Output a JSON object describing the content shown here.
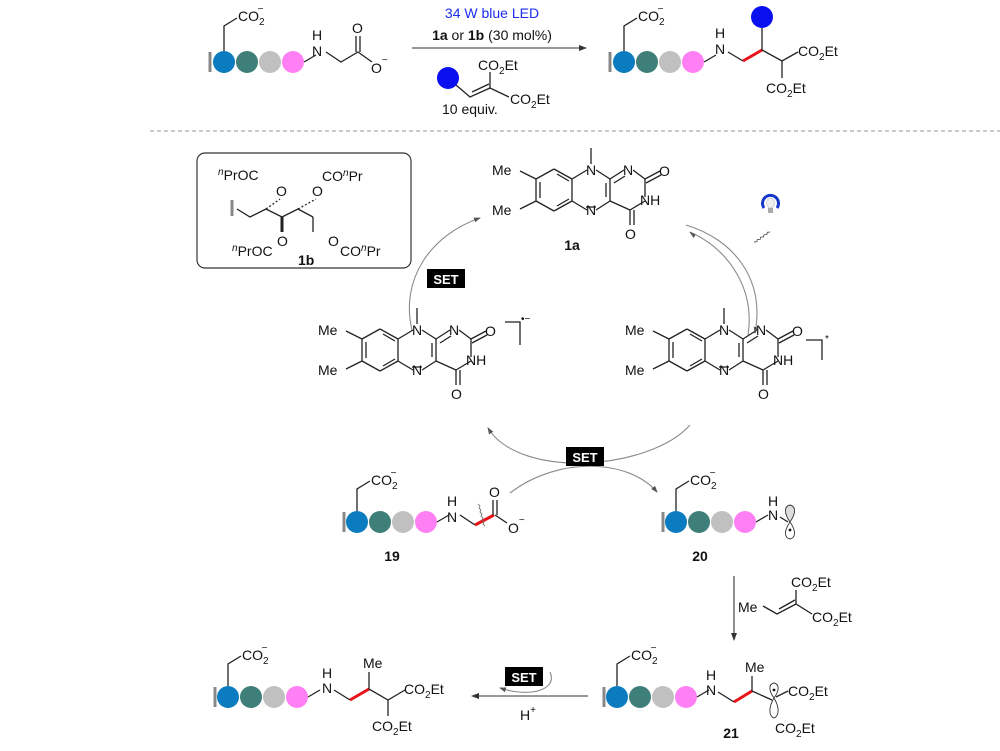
{
  "top_reaction": {
    "conditions_line1": "34 W blue LED",
    "conditions_line2_a": "1a",
    "conditions_line2_or": " or ",
    "conditions_line2_b": "1b",
    "conditions_line2_rest": " (30 mol%)",
    "reagent_equiv": "10 equiv.",
    "reagent_ester_top": "CO",
    "reagent_ester_sub": "2",
    "reagent_ester_tail": "Et",
    "substrate_carboxylate": "CO",
    "nh_label": "H",
    "n_label": "N",
    "o_label": "O",
    "minus": "−"
  },
  "peptide_colors": {
    "res1": "#0a7cbf",
    "res2": "#3f7f7a",
    "res3": "#c0c0c0",
    "res4": "#ff80f4",
    "payload": "#0a10f0",
    "new_bond": "#e8141a"
  },
  "catalyst_1b": {
    "label": "1b",
    "groups": [
      "nPrOC",
      "CO nPr",
      "nPrOC",
      "CO nPr"
    ],
    "prefix_n": "n",
    "proc": "PrOC",
    "co": "CO",
    "pr": "Pr",
    "o": "O"
  },
  "flavin": {
    "me": "Me",
    "n": "N",
    "nh": "NH",
    "o": "O",
    "label_1a": "1a",
    "radical_anion_charge": "•−",
    "excited_mark": "*"
  },
  "cycle": {
    "set_label": "SET",
    "compound_19": "19",
    "compound_20": "20",
    "compound_21": "21",
    "proton": "H",
    "proton_charge": "+",
    "me": "Me",
    "co2et_co": "CO",
    "co2et_2": "2",
    "co2et_et": "Et"
  }
}
